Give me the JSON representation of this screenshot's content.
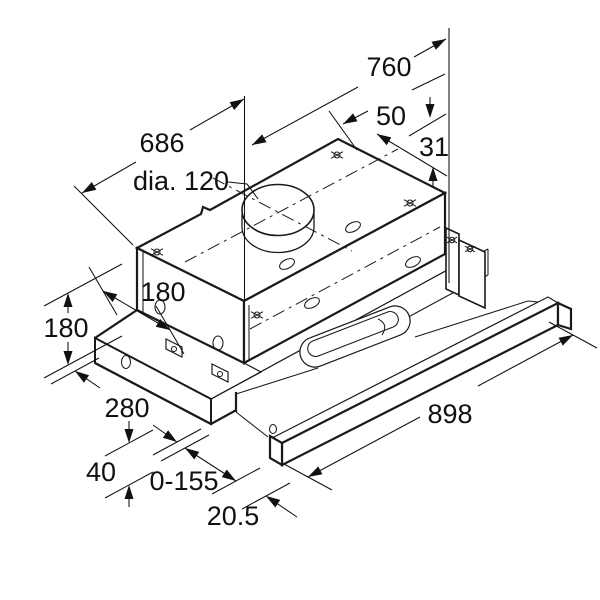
{
  "drawing": {
    "kind": "isometric installation drawing of telescopic cooker hood",
    "labels": {
      "w760": "760",
      "w686": "686",
      "dia120": "dia. 120",
      "d50": "50",
      "d31": "31",
      "h180_left": "180",
      "d180_inner": "180",
      "d280": "280",
      "h40": "40",
      "pullout": "0-155",
      "t20_5": "20.5",
      "w898": "898"
    }
  }
}
